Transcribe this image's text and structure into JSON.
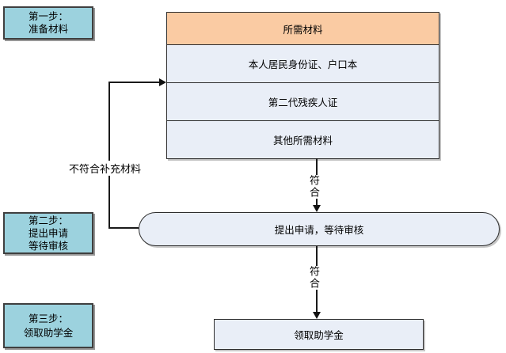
{
  "steps": [
    {
      "lines": [
        "第一步：",
        "准备材料"
      ]
    },
    {
      "lines": [
        "第二步：",
        "提出申请",
        "等待审核"
      ]
    },
    {
      "lines": [
        "第三步：",
        "领取助学金"
      ]
    }
  ],
  "materials_table": {
    "header": "所需材料",
    "rows": [
      "本人居民身份证、户口本",
      "第二代残疾人证",
      "其他所需材料"
    ]
  },
  "nodes": {
    "apply": "提出申请，等待审核",
    "receive": "领取助学金"
  },
  "edge_labels": {
    "pass_1": "符合",
    "pass_2": "符合",
    "fail": "不符合补充材料"
  },
  "colors": {
    "step_box_fill": "#9CD2DE",
    "table_header_fill": "#FACBA3",
    "node_fill": "#E9EEF7",
    "border": "#2E2E2E",
    "line": "#1A1A1A",
    "shadow": "#969696"
  }
}
